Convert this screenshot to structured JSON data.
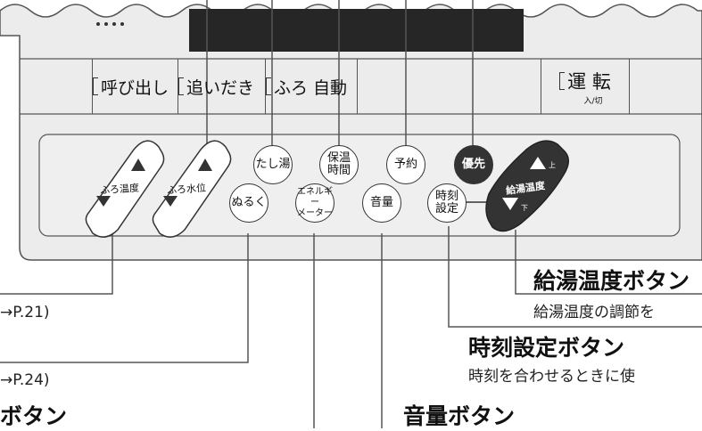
{
  "panel_buttons": {
    "call": "呼び出し",
    "reheat": "追いだき",
    "bath_auto": "ふろ 自動",
    "power": "運 転",
    "power_sub": "入/切"
  },
  "controls": {
    "bath_temp": "ふろ温度",
    "bath_level": "ふろ水位",
    "add_hot": "たし湯",
    "keep_warm_1": "保温",
    "keep_warm_2": "時間",
    "timer": "予約",
    "priority": "優先",
    "lukewarm": "ぬるく",
    "energy_1": "エネルギー",
    "energy_2": "メーター",
    "volume": "音量",
    "clock_1": "時刻",
    "clock_2": "設定",
    "supply_temp": "給湯温度",
    "up_mark": "上",
    "down_mark": "下"
  },
  "callouts": {
    "ref_21": "→P.21)",
    "ref_24": "→P.24)",
    "button_partial": "ボタン",
    "volume_title": "音量ボタン",
    "clock_title": "時刻設定ボタン",
    "clock_desc": "時刻を合わせるときに使",
    "supply_title": "給湯温度ボタン",
    "supply_desc": "給湯温度の調節を"
  },
  "colors": {
    "panel_fill": "#ececec",
    "display_fill": "#262626",
    "line": "#555555"
  }
}
